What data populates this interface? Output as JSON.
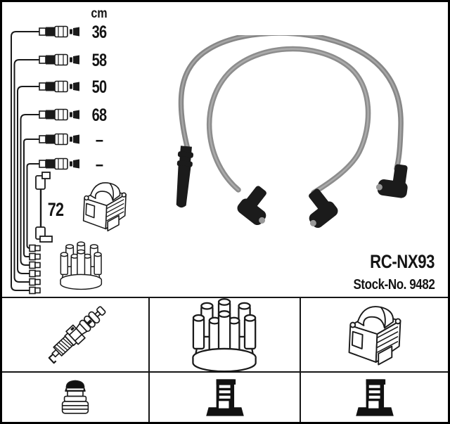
{
  "part": {
    "model": "RC-NX93",
    "stock_label": "Stock-No. 9482"
  },
  "diagram": {
    "unit_header": "cm",
    "lead_lengths": [
      "36",
      "58",
      "50",
      "68",
      "–",
      "–"
    ],
    "coil_lead_length": "72"
  },
  "legend": {
    "cells": [
      "spark-plug",
      "distributor-cap",
      "ignition-coil",
      "plug-terminal-nut",
      "socket-connector",
      "socket-connector"
    ]
  },
  "colors": {
    "background": "#ffffff",
    "border": "#000000",
    "line_art": "#1a1a1a",
    "cable_gray": "#8d8d8d",
    "boot_black": "#1b1b1b"
  }
}
